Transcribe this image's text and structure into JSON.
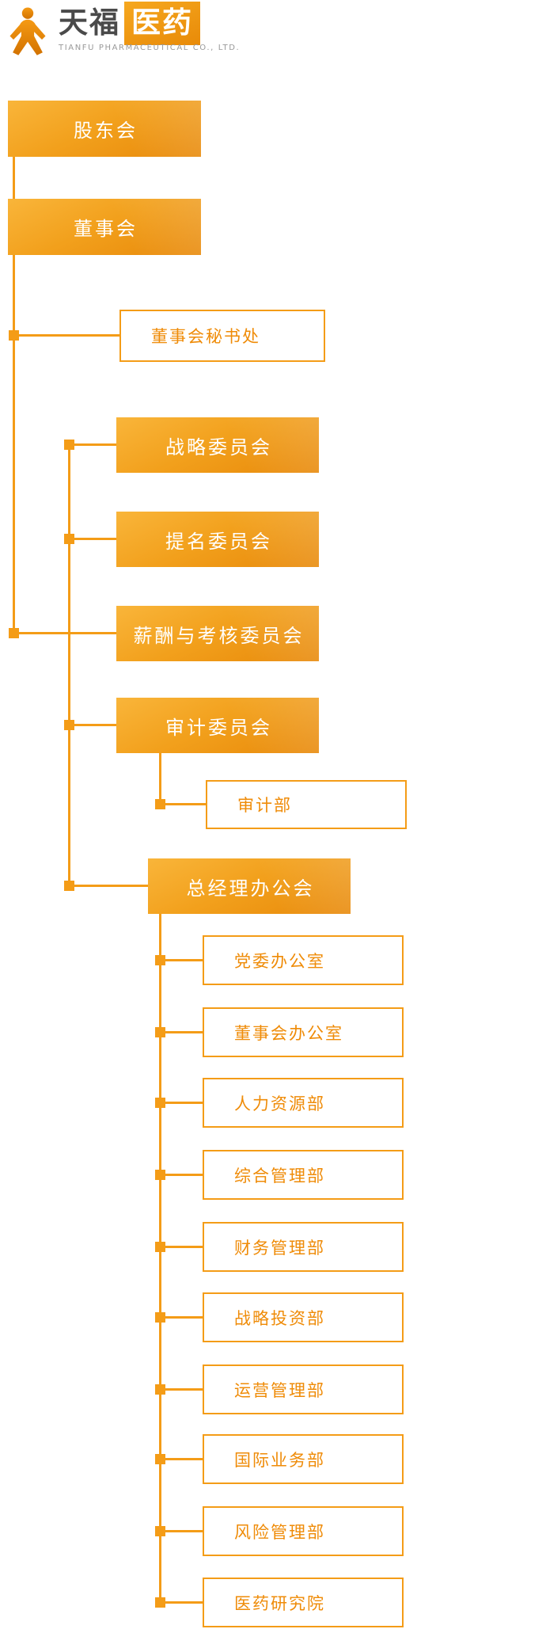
{
  "logo": {
    "icon": "person-icon",
    "name_dark": "天福",
    "name_highlight": "医药",
    "subtitle": "TIANFU PHARMACEUTICAL CO., LTD."
  },
  "colors": {
    "accent_orange": "#F49C17",
    "filled_box_gradient_start": "#F9B53A",
    "filled_box_gradient_end": "#E8890A",
    "filled_box_text": "#FFFFFF",
    "outlined_box_border": "#F49C17",
    "outlined_box_text": "#EF8B07",
    "logo_text_dark": "#4A4A4A"
  },
  "org_chart": {
    "nodes": [
      {
        "id": "shareholders-meeting",
        "label": "股东会",
        "type": "filled",
        "parent": null
      },
      {
        "id": "board-of-directors",
        "label": "董事会",
        "type": "filled",
        "parent": "shareholders-meeting"
      },
      {
        "id": "board-secretariat",
        "label": "董事会秘书处",
        "type": "outlined",
        "parent": "board-of-directors"
      },
      {
        "id": "strategy-committee",
        "label": "战略委员会",
        "type": "filled",
        "parent": "board-of-directors"
      },
      {
        "id": "nomination-committee",
        "label": "提名委员会",
        "type": "filled",
        "parent": "board-of-directors"
      },
      {
        "id": "remuneration-committee",
        "label": "薪酬与考核委员会",
        "type": "filled",
        "parent": "board-of-directors"
      },
      {
        "id": "audit-committee",
        "label": "审计委员会",
        "type": "filled",
        "parent": "board-of-directors"
      },
      {
        "id": "audit-department",
        "label": "审计部",
        "type": "outlined",
        "parent": "audit-committee"
      },
      {
        "id": "gm-office-meeting",
        "label": "总经理办公会",
        "type": "filled",
        "parent": "board-of-directors"
      },
      {
        "id": "party-committee-office",
        "label": "党委办公室",
        "type": "outlined",
        "parent": "gm-office-meeting"
      },
      {
        "id": "board-office",
        "label": "董事会办公室",
        "type": "outlined",
        "parent": "gm-office-meeting"
      },
      {
        "id": "human-resources-dept",
        "label": "人力资源部",
        "type": "outlined",
        "parent": "gm-office-meeting"
      },
      {
        "id": "general-management-dept",
        "label": "综合管理部",
        "type": "outlined",
        "parent": "gm-office-meeting"
      },
      {
        "id": "financial-management-dept",
        "label": "财务管理部",
        "type": "outlined",
        "parent": "gm-office-meeting"
      },
      {
        "id": "strategic-investment-dept",
        "label": "战略投资部",
        "type": "outlined",
        "parent": "gm-office-meeting"
      },
      {
        "id": "operations-management-dept",
        "label": "运营管理部",
        "type": "outlined",
        "parent": "gm-office-meeting"
      },
      {
        "id": "international-business-dept",
        "label": "国际业务部",
        "type": "outlined",
        "parent": "gm-office-meeting"
      },
      {
        "id": "risk-management-dept",
        "label": "风险管理部",
        "type": "outlined",
        "parent": "gm-office-meeting"
      },
      {
        "id": "pharma-research-institute",
        "label": "医药研究院",
        "type": "outlined",
        "parent": "gm-office-meeting"
      }
    ]
  }
}
